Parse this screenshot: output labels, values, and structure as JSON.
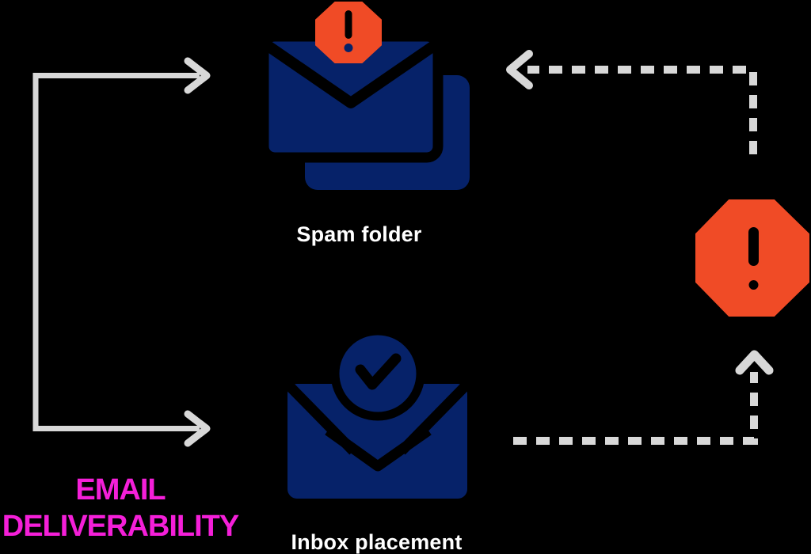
{
  "meta": {
    "type": "email-deliverability-flow-diagram"
  },
  "colors": {
    "background": "#000000",
    "navy": "#062269",
    "orange": "#f04b26",
    "magenta": "#f41fd8",
    "line_gray": "#d8d8d8",
    "label_white": "#ffffff"
  },
  "title": {
    "line1": "EMAIL",
    "line2": "DELIVERABILITY"
  },
  "nodes": [
    {
      "id": "spam-folder",
      "label": "Spam folder",
      "icon": "stacked-envelopes-alert-icon"
    },
    {
      "id": "inbox-placement",
      "label": "Inbox placement",
      "icon": "envelope-check-icon"
    },
    {
      "id": "blocked",
      "label": "",
      "icon": "stop-octagon-exclamation-icon"
    }
  ],
  "connectors": [
    {
      "from": "email-deliverability",
      "to": "spam-folder",
      "style": "solid",
      "arrow": "right"
    },
    {
      "from": "email-deliverability",
      "to": "inbox-placement",
      "style": "solid",
      "arrow": "right"
    },
    {
      "from": "blocked",
      "to": "spam-folder",
      "style": "dashed",
      "arrow": "left"
    },
    {
      "from": "inbox-placement",
      "to": "blocked",
      "style": "dashed",
      "arrow": "up"
    }
  ]
}
